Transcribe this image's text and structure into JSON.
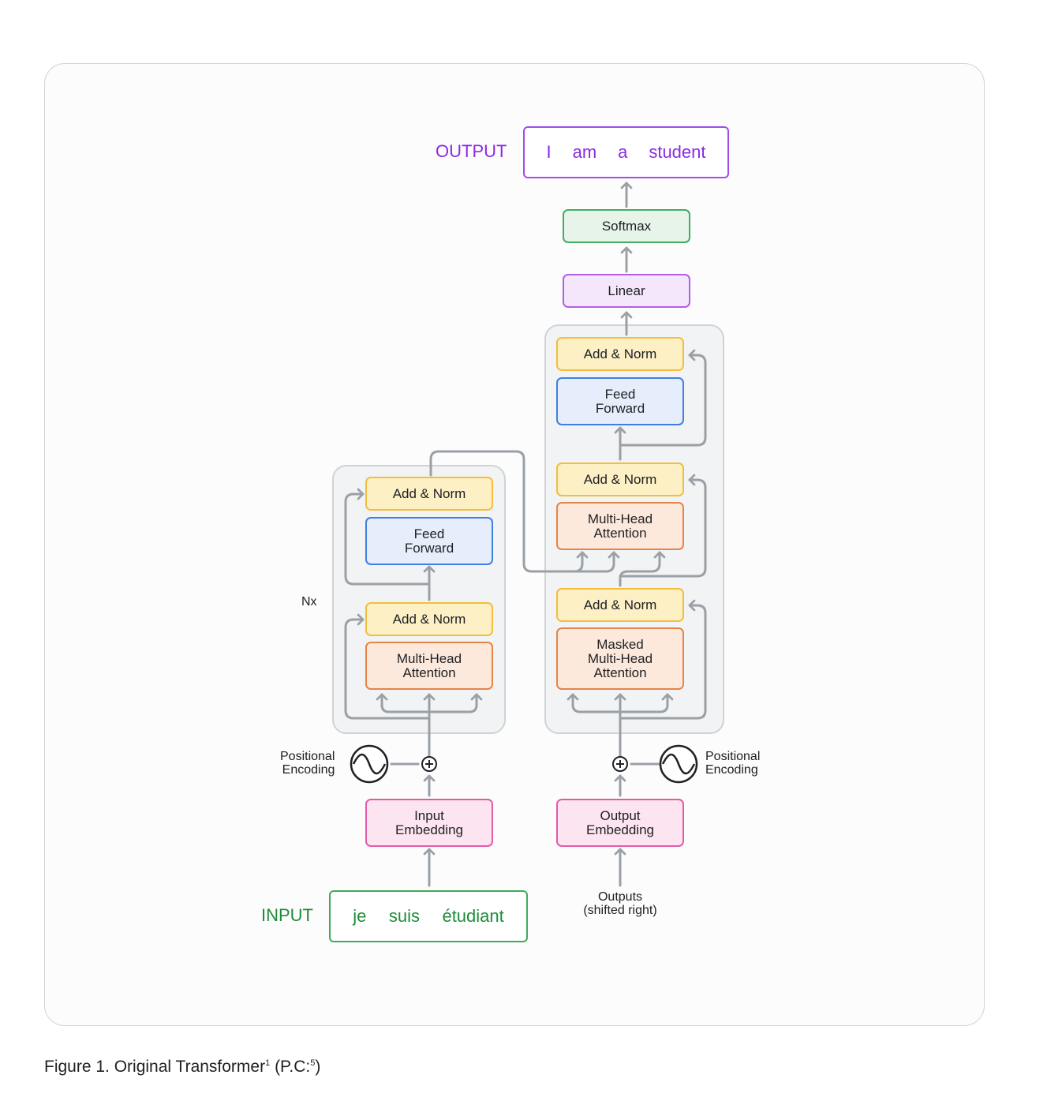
{
  "diagram": {
    "output_label": "OUTPUT",
    "output_tokens": [
      "I",
      "am",
      "a",
      "student"
    ],
    "input_label": "INPUT",
    "input_tokens": [
      "je",
      "suis",
      "étudiant"
    ],
    "softmax": "Softmax",
    "linear": "Linear",
    "add_norm": "Add & Norm",
    "feed_forward": "Feed\nForward",
    "multi_head_attention": "Multi-Head\nAttention",
    "masked_multi_head_attention": "Masked\nMulti-Head\nAttention",
    "input_embedding": "Input\nEmbedding",
    "output_embedding": "Output\nEmbedding",
    "positional_encoding": "Positional\nEncoding",
    "outputs_shifted": "Outputs\n(shifted right)",
    "nx": "Nx"
  },
  "caption": {
    "text": "Figure 1. Original Transformer",
    "sup1": "1",
    "suffix_open": " (P.C:",
    "sup2": "5",
    "suffix_close": ")"
  },
  "colors": {
    "output": "#8a2be2",
    "input": "#1e8c3a",
    "arrow": "#9aa0a6"
  }
}
